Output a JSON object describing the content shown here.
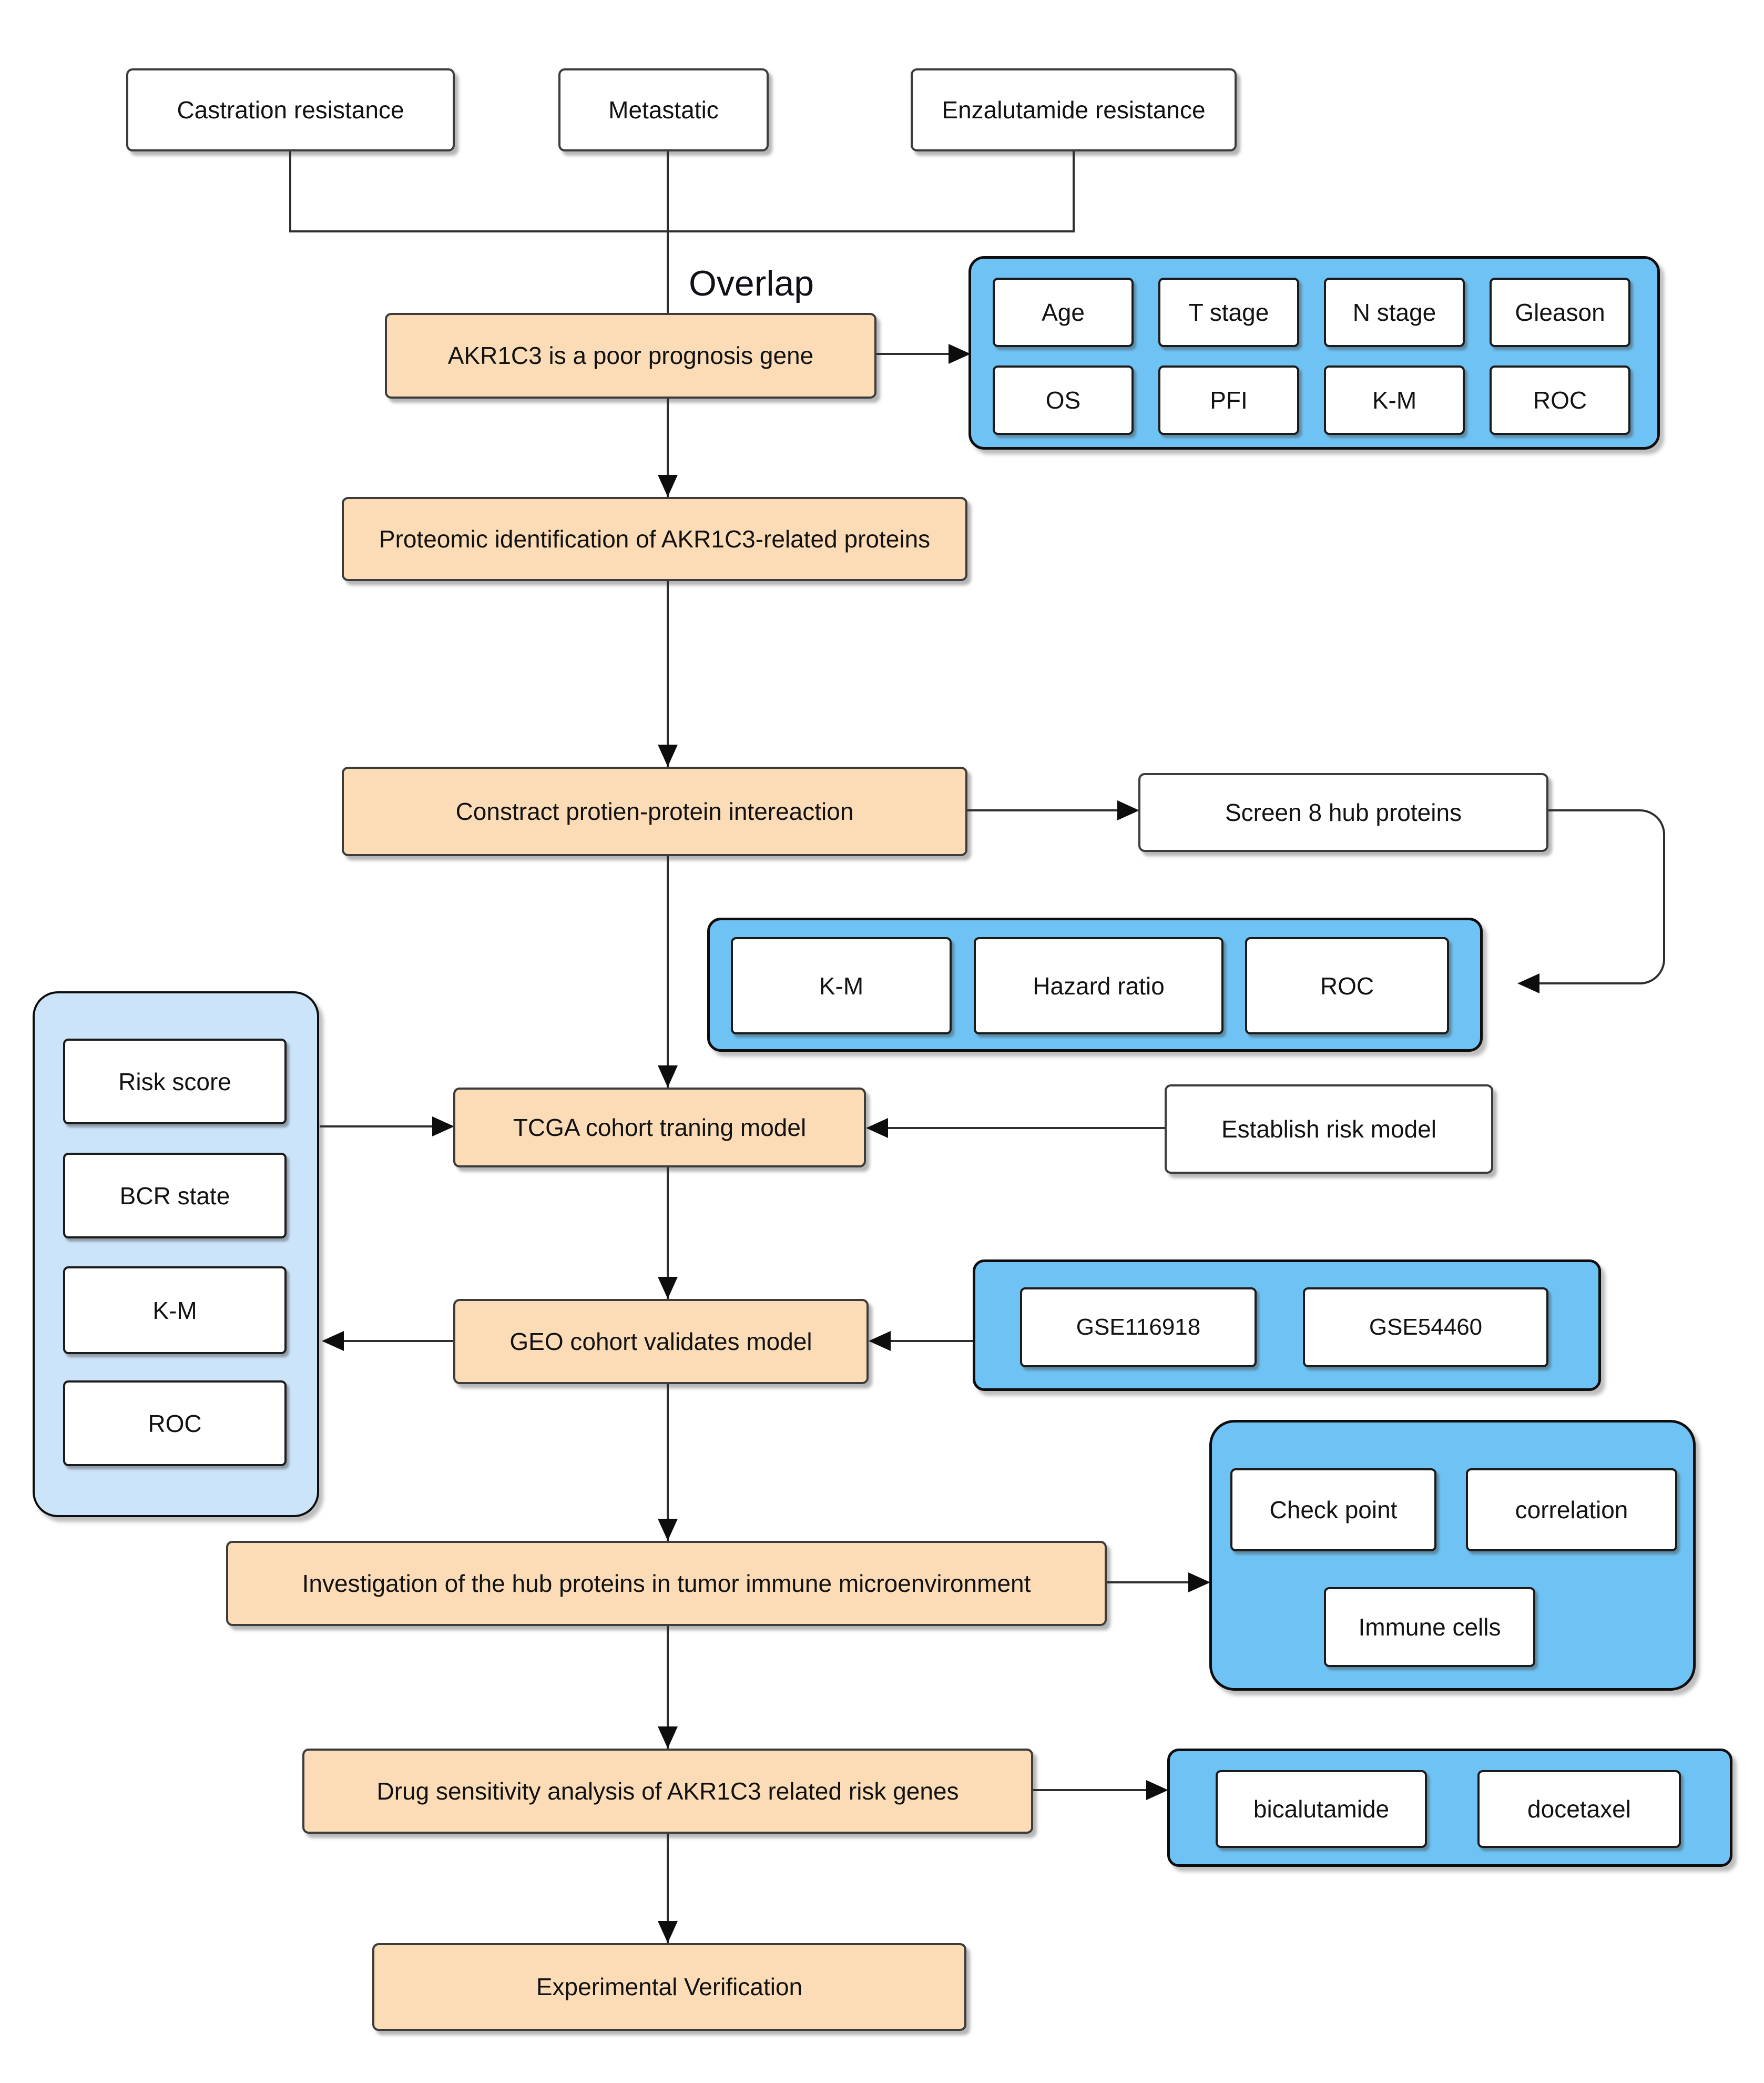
{
  "colors": {
    "process_fill": "#fbdcb6",
    "panel_blue": "#6fc3f4",
    "panel_light_blue": "#cbe4fa",
    "chip_fill": "#ffffff",
    "line": "#2e2e2e",
    "text": "#121212"
  },
  "nodes": {
    "castration": {
      "label": "Castration resistance"
    },
    "metastatic": {
      "label": "Metastatic"
    },
    "enzalutamide": {
      "label": "Enzalutamide resistance"
    },
    "overlap": {
      "label": "Overlap"
    },
    "akr1c3": {
      "label": "AKR1C3 is a poor prognosis gene"
    },
    "proteomic": {
      "label": "Proteomic identification of AKR1C3-related proteins"
    },
    "ppi": {
      "label": "Constract  protien-protein intereaction"
    },
    "screen_hub": {
      "label": "Screen 8 hub proteins"
    },
    "tcga": {
      "label": "TCGA cohort traning model"
    },
    "establish": {
      "label": "Establish risk model"
    },
    "geo": {
      "label": "GEO  cohort validates model"
    },
    "investigation": {
      "label": "Investigation of the hub proteins in tumor immune microenvironment"
    },
    "drug": {
      "label": "Drug sensitivity analysis of  AKR1C3  related risk genes"
    },
    "experimental": {
      "label": "Experimental  Verification"
    }
  },
  "panels": {
    "clinical": {
      "items": [
        "Age",
        "T stage",
        "N stage",
        "Gleason",
        "OS",
        "PFI",
        "K-M",
        "ROC"
      ]
    },
    "hub_validation": {
      "items": [
        "K-M",
        "Hazard ratio",
        "ROC"
      ]
    },
    "model_eval": {
      "items": [
        "Risk score",
        "BCR state",
        "K-M",
        "ROC"
      ]
    },
    "geo_datasets": {
      "items": [
        "GSE116918",
        "GSE54460"
      ]
    },
    "immune": {
      "items": [
        "Check point",
        "correlation",
        "Immune cells"
      ]
    },
    "drugs": {
      "items": [
        "bicalutamide",
        "docetaxel"
      ]
    }
  }
}
